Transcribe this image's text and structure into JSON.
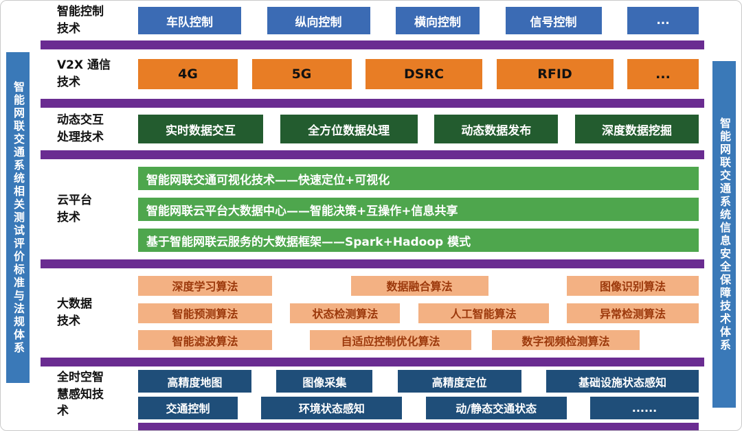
{
  "left_bar": "智能网联交通系统相关测试评价标准与法规体系",
  "right_bar": "智能网联交通系统信息安全保障技术体系",
  "rows": [
    {
      "label": "智能控制\n技术",
      "boxes": [
        "车队控制",
        "纵向控制",
        "横向控制",
        "信号控制",
        "..."
      ]
    },
    {
      "label": "V2X 通信\n技术",
      "boxes": [
        "4G",
        "5G",
        "DSRC",
        "RFID",
        "..."
      ]
    },
    {
      "label": "动态交互\n处理技术",
      "boxes": [
        "实时数据交互",
        "全方位数据处理",
        "动态数据发布",
        "深度数据挖掘"
      ]
    },
    {
      "label": "云平台\n技术",
      "boxes": [
        "智能网联交通可视化技术——快速定位+可视化",
        "智能网联云平台大数据中心——智能决策+互操作+信息共享",
        "基于智能网联云服务的大数据框架——Spark+Hadoop 模式"
      ]
    },
    {
      "label": "大数据\n技术",
      "box_rows": [
        [
          "深度学习算法",
          "数据融合算法",
          "图像识别算法"
        ],
        [
          "智能预测算法",
          "状态检测算法",
          "人工智能算法",
          "异常检测算法"
        ],
        [
          "智能滤波算法",
          "自适应控制优化算法",
          "数字视频检测算法"
        ]
      ]
    },
    {
      "label": "全时空智\n慧感知技\n术",
      "box_rows": [
        [
          "高精度地图",
          "图像采集",
          "高精度定位",
          "基础设施状态感知"
        ],
        [
          "交通控制",
          "环境状态感知",
          "动/静态交通状态",
          "......"
        ]
      ]
    }
  ],
  "colors": {
    "sidebar_blue": "#3a79b8",
    "control_blue": "#3b6bb4",
    "comm_orange": "#e87d25",
    "interaction_dark_green": "#235c2f",
    "cloud_green": "#4ea64d",
    "bigdata_salmon": "#f3b183",
    "bigdata_text": "#9c390c",
    "perception_navy": "#1f4e79",
    "separator_purple": "#6a2c91"
  }
}
